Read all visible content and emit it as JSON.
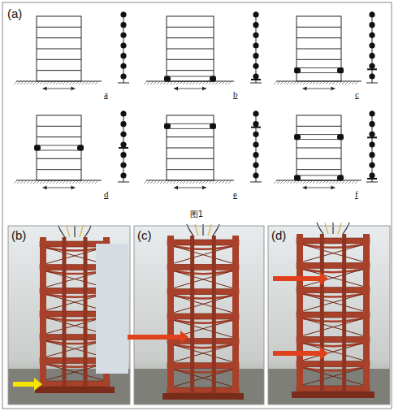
{
  "diagram": {
    "caption": "图1",
    "labels": [
      "(a)",
      "a",
      "b",
      "c",
      "d",
      "e",
      "f",
      "(b)",
      "(c)",
      "(d)"
    ]
  }
}
